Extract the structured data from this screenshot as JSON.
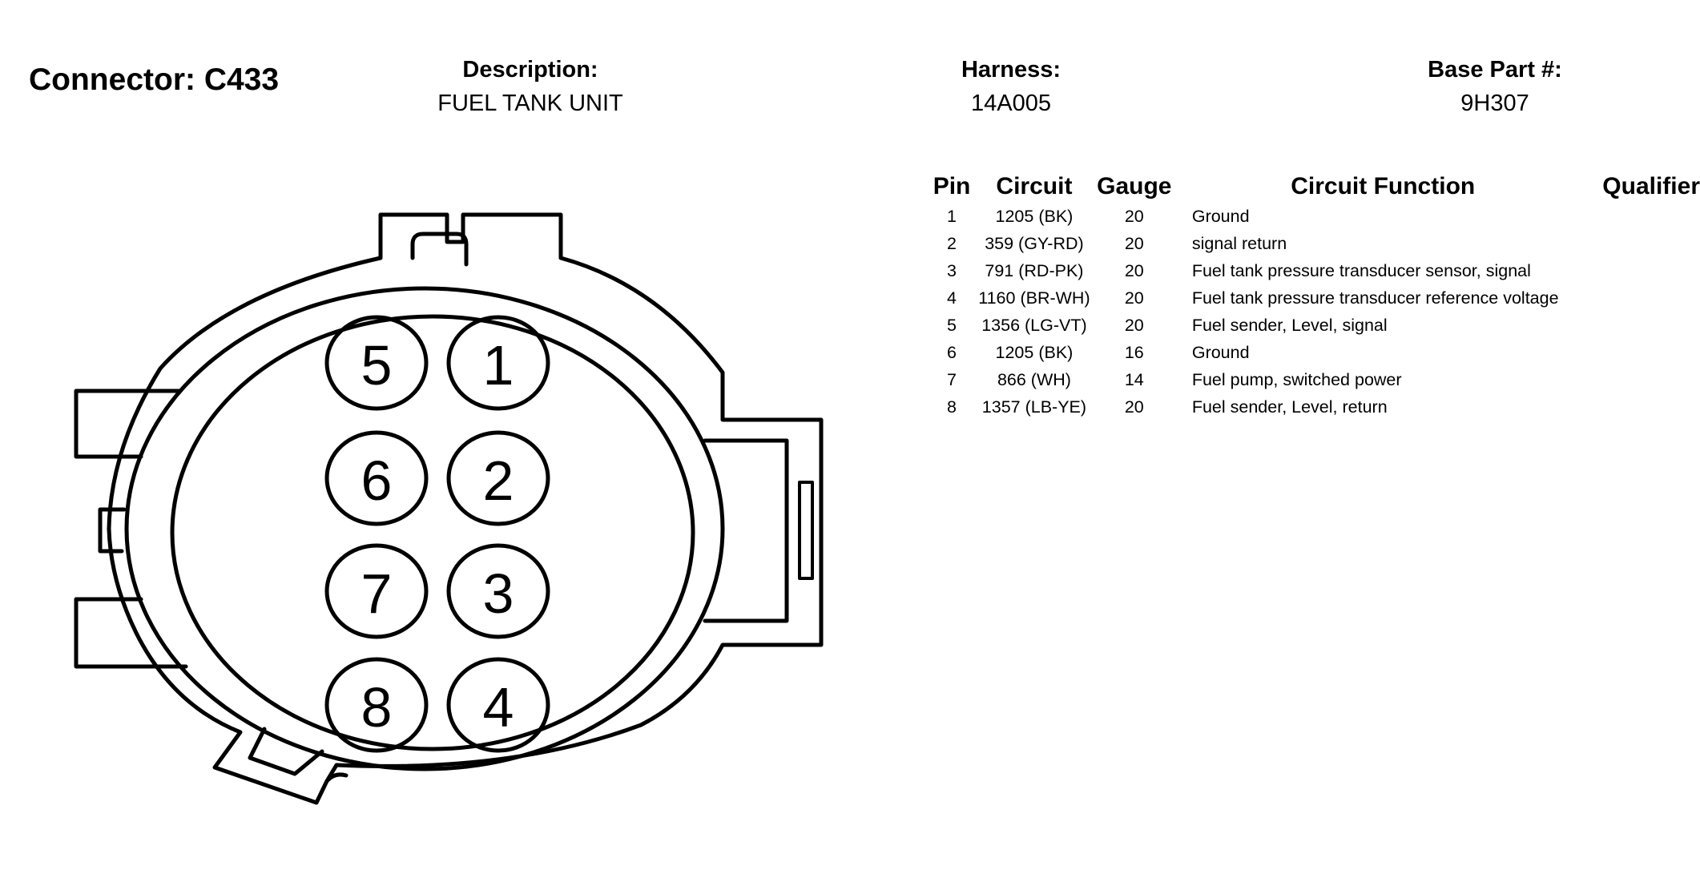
{
  "header": {
    "connector_label": "Connector: C433",
    "description_label": "Description:",
    "description_value": "FUEL TANK UNIT",
    "harness_label": "Harness:",
    "harness_value": "14A005",
    "base_part_label": "Base Part #:",
    "base_part_value": "9H307"
  },
  "diagram": {
    "pin_labels": [
      "1",
      "2",
      "3",
      "4",
      "5",
      "6",
      "7",
      "8"
    ]
  },
  "table": {
    "headers": {
      "pin": "Pin",
      "circuit": "Circuit",
      "gauge": "Gauge",
      "function": "Circuit Function",
      "qualifier": "Qualifier"
    },
    "rows": [
      {
        "pin": "1",
        "circuit": "1205 (BK)",
        "gauge": "20",
        "function": "Ground",
        "qualifier": ""
      },
      {
        "pin": "2",
        "circuit": "359 (GY-RD)",
        "gauge": "20",
        "function": "signal return",
        "qualifier": ""
      },
      {
        "pin": "3",
        "circuit": "791 (RD-PK)",
        "gauge": "20",
        "function": "Fuel tank pressure transducer sensor, signal",
        "qualifier": ""
      },
      {
        "pin": "4",
        "circuit": "1160 (BR-WH)",
        "gauge": "20",
        "function": "Fuel tank pressure transducer reference voltage",
        "qualifier": ""
      },
      {
        "pin": "5",
        "circuit": "1356 (LG-VT)",
        "gauge": "20",
        "function": "Fuel sender, Level, signal",
        "qualifier": ""
      },
      {
        "pin": "6",
        "circuit": "1205 (BK)",
        "gauge": "16",
        "function": "Ground",
        "qualifier": ""
      },
      {
        "pin": "7",
        "circuit": "866 (WH)",
        "gauge": "14",
        "function": "Fuel pump, switched power",
        "qualifier": ""
      },
      {
        "pin": "8",
        "circuit": "1357 (LB-YE)",
        "gauge": "20",
        "function": "Fuel sender, Level, return",
        "qualifier": ""
      }
    ]
  }
}
